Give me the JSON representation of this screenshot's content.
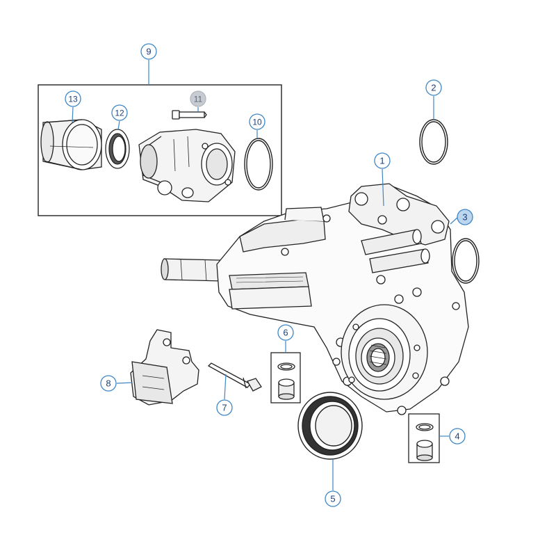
{
  "colors": {
    "callout_stroke": "#3d86c6",
    "callout_text": "#1b3f77",
    "callout_highlight_fill": "#bcd6ee",
    "callout_dim_fill": "#c8ccd2",
    "line_art": "#222222"
  },
  "callouts": [
    {
      "id": "c1",
      "label": "1"
    },
    {
      "id": "c2",
      "label": "2"
    },
    {
      "id": "c3",
      "label": "3",
      "highlight": true
    },
    {
      "id": "c4",
      "label": "4"
    },
    {
      "id": "c5",
      "label": "5"
    },
    {
      "id": "c6",
      "label": "6"
    },
    {
      "id": "c7",
      "label": "7"
    },
    {
      "id": "c8",
      "label": "8"
    },
    {
      "id": "c9",
      "label": "9"
    },
    {
      "id": "c10",
      "label": "10"
    },
    {
      "id": "c11",
      "label": "11",
      "dimmed": true
    },
    {
      "id": "c12",
      "label": "12"
    },
    {
      "id": "c13",
      "label": "13"
    }
  ]
}
